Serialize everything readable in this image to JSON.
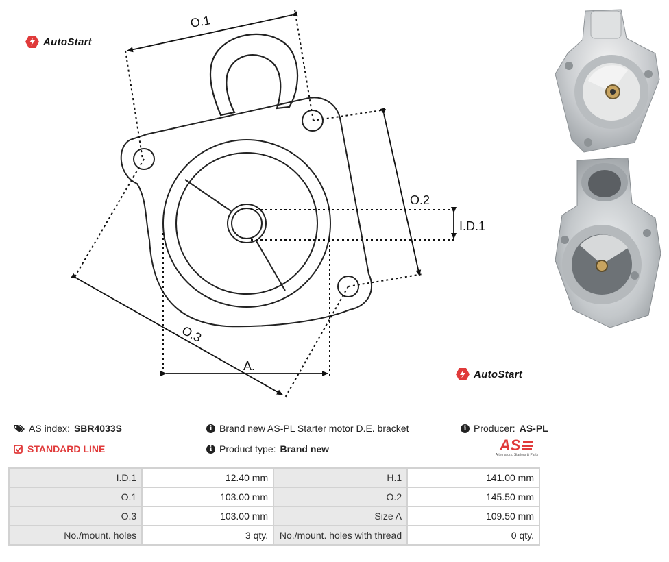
{
  "brand": {
    "name": "AutoStart",
    "icon": "autostart-logo-icon",
    "color": "#e03a3a"
  },
  "diagram": {
    "labels": {
      "o1": "O.1",
      "o2": "O.2",
      "o3": "O.3",
      "id1": "I.D.1",
      "a": "A."
    }
  },
  "info": {
    "as_index_label": "AS index:",
    "as_index_value": "SBR4033S",
    "line": "STANDARD LINE",
    "description": "Brand new AS-PL Starter motor D.E. bracket",
    "product_type_label": "Product type:",
    "product_type_value": "Brand new",
    "producer_label": "Producer:",
    "producer_value": "AS-PL",
    "producer_logo": "AS",
    "producer_tagline": "Alternators, Starters & Parts"
  },
  "specs": [
    {
      "l1": "I.D.1",
      "v1": "12.40 mm",
      "l2": "H.1",
      "v2": "141.00 mm"
    },
    {
      "l1": "O.1",
      "v1": "103.00 mm",
      "l2": "O.2",
      "v2": "145.50 mm"
    },
    {
      "l1": "O.3",
      "v1": "103.00 mm",
      "l2": "Size A",
      "v2": "109.50 mm"
    },
    {
      "l1": "No./mount. holes",
      "v1": "3 qty.",
      "l2": "No./mount. holes with thread",
      "v2": "0 qty."
    }
  ]
}
